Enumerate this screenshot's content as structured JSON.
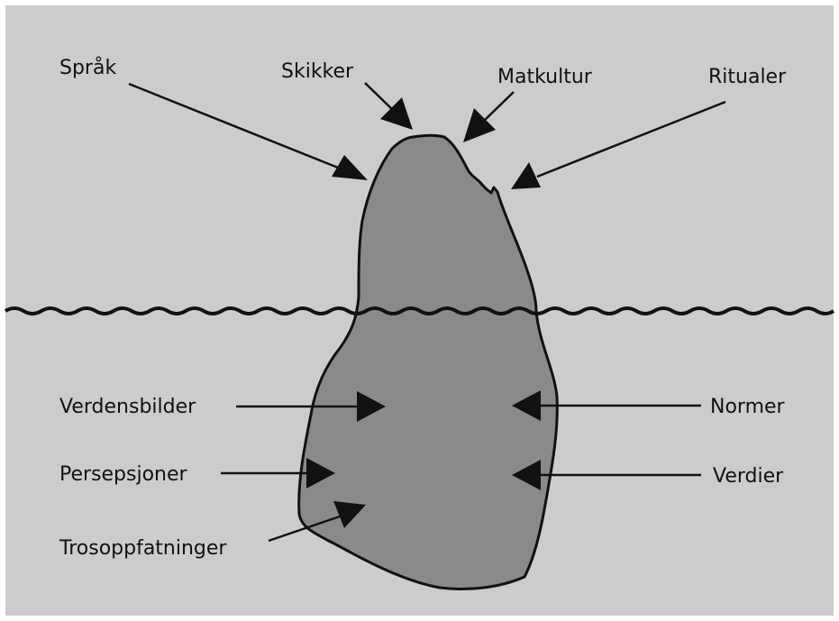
{
  "diagram": {
    "above_labels": {
      "spraak": "Språk",
      "skikker": "Skikker",
      "matkultur": "Matkultur",
      "ritualer": "Ritualer"
    },
    "below_labels": {
      "verdensbilder": "Verdensbilder",
      "persepsjoner": "Persepsjoner",
      "trosoppfatninger": "Trosoppfatninger",
      "normer": "Normer",
      "verdier": "Verdier"
    },
    "colors": {
      "background": "#cdcccc",
      "iceberg_fill": "#8a8a8a",
      "outline": "#111111"
    }
  }
}
